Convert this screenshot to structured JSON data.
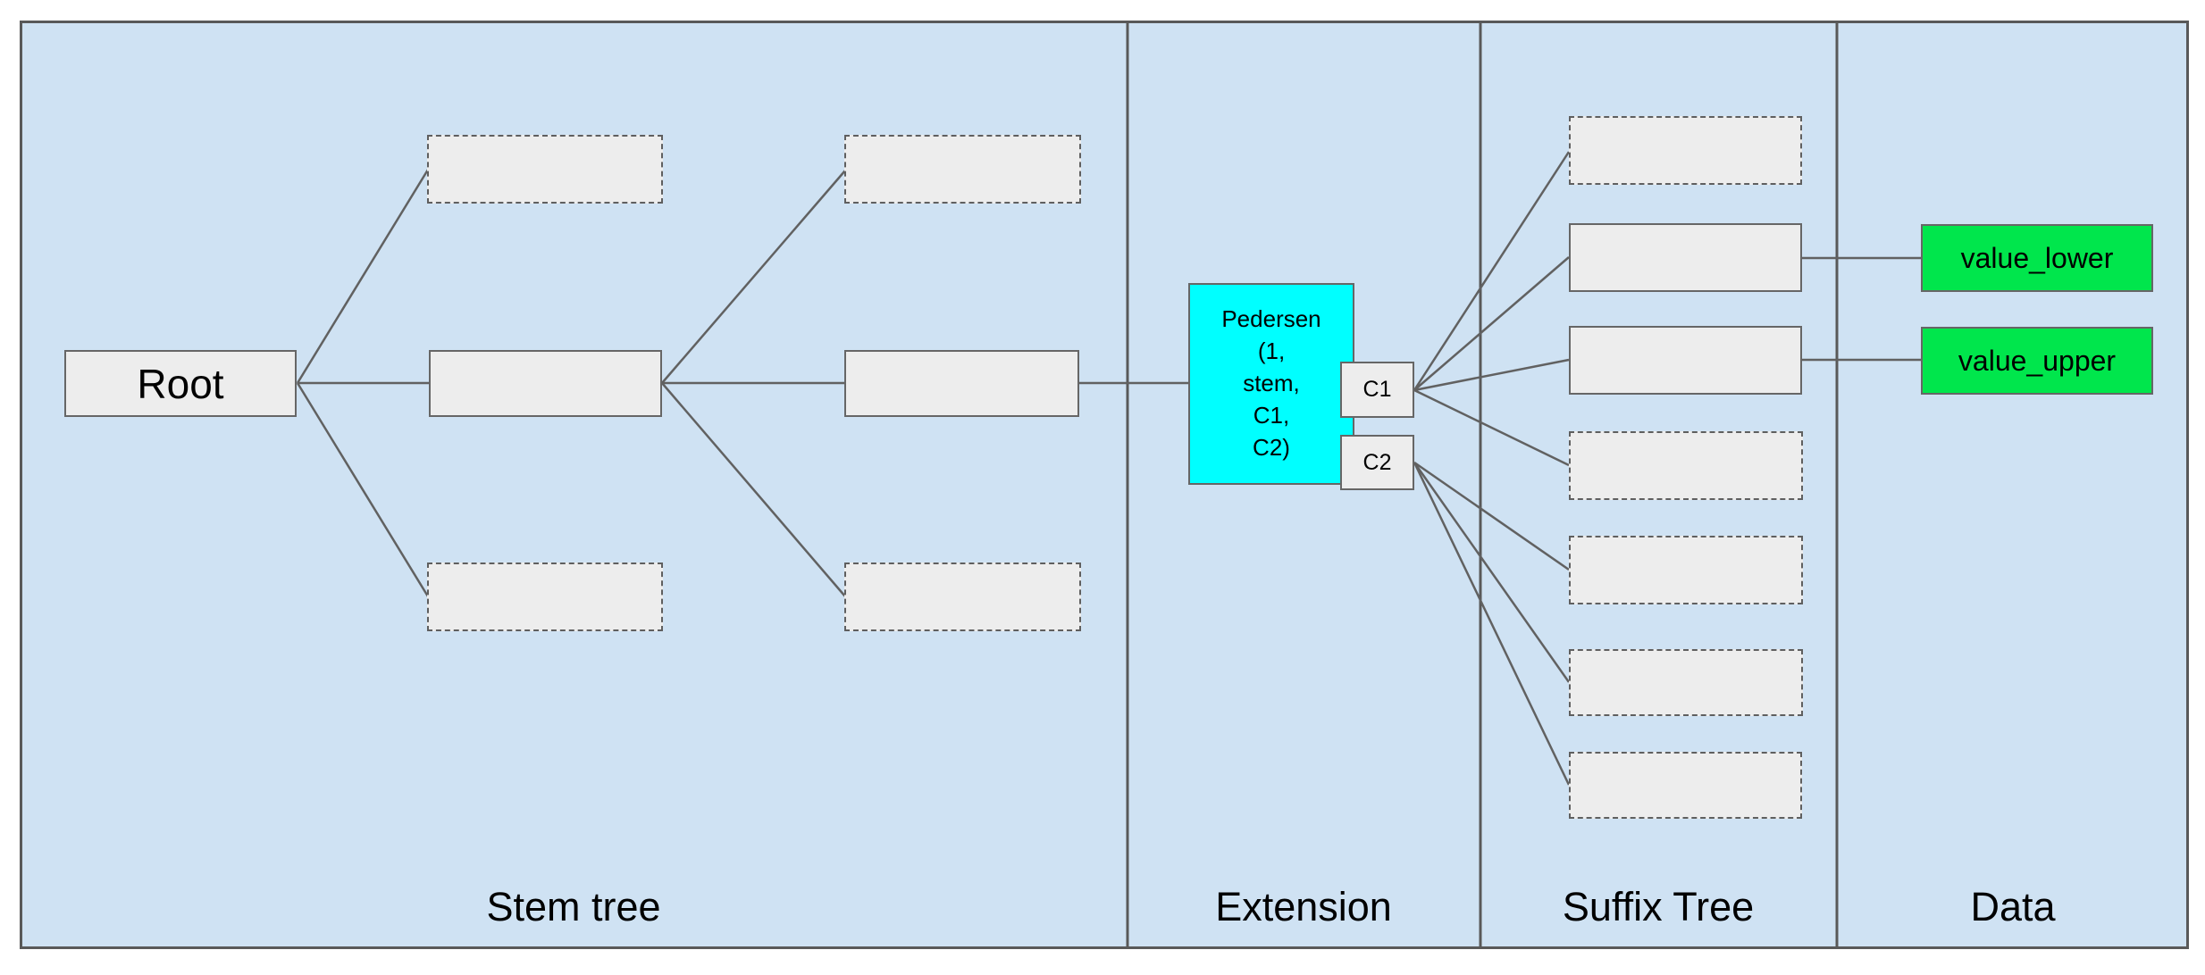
{
  "sections": [
    {
      "id": "stem-tree",
      "label": "Stem tree"
    },
    {
      "id": "extension",
      "label": "Extension"
    },
    {
      "id": "suffix-tree",
      "label": "Suffix Tree"
    },
    {
      "id": "data",
      "label": "Data"
    }
  ],
  "nodes": {
    "root": {
      "label": "Root"
    },
    "pedersen": {
      "label": "Pedersen\n(1,\nstem,\nC1,\nC2)"
    },
    "c1": {
      "label": "C1"
    },
    "c2": {
      "label": "C2"
    },
    "value_lower": {
      "label": "value_lower"
    },
    "value_upper": {
      "label": "value_upper"
    }
  },
  "placeholders": {
    "stem_dashed_boxes": 4,
    "suffix_dashed_boxes": 5,
    "suffix_solid_boxes": 2
  },
  "edges": [
    "root -> stem-l2-top-placeholder",
    "root -> stem-l2-mid",
    "root -> stem-l2-bottom-placeholder",
    "stem-l2-mid -> stem-l3-top-placeholder",
    "stem-l2-mid -> stem-l3-mid",
    "stem-l2-mid -> stem-l3-bottom-placeholder",
    "stem-l3-mid -> pedersen",
    "c1 -> suffix-1",
    "c1 -> suffix-2",
    "c1 -> suffix-3",
    "c1 -> suffix-4",
    "c2 -> suffix-5",
    "c2 -> suffix-6",
    "c2 -> suffix-7",
    "suffix-2 -> value_lower",
    "suffix-3 -> value_upper"
  ],
  "colors": {
    "canvas_fill": "#cfe2f3",
    "node_fill": "#ededed",
    "node_border": "#666666",
    "frame_border": "#595959",
    "pedersen_fill": "#00ffff",
    "value_fill": "#00e64c",
    "text": "#000000"
  }
}
